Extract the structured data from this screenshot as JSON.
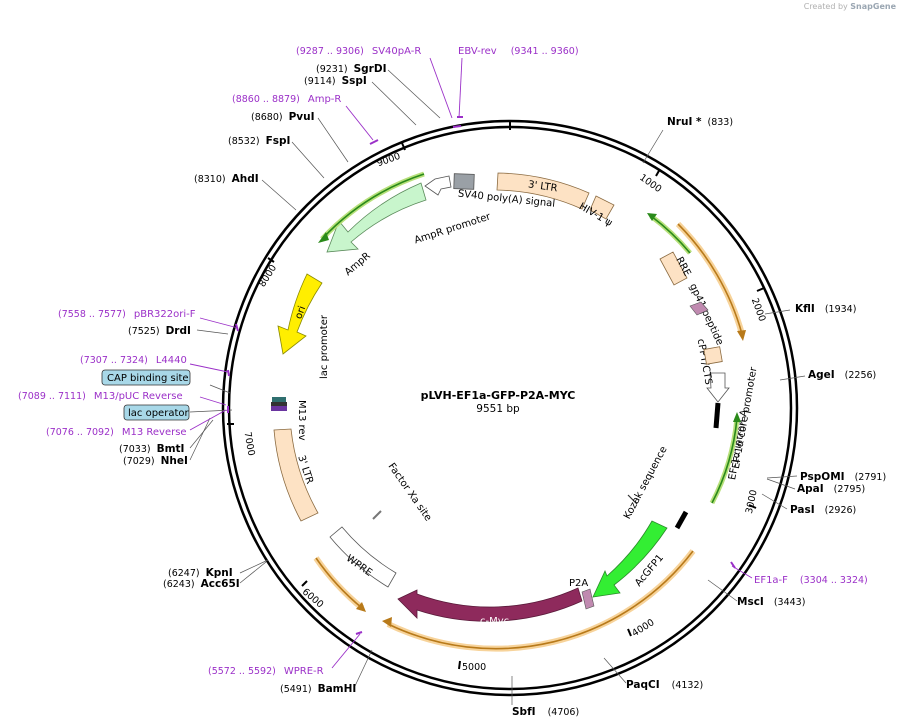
{
  "credit": {
    "prefix": "Created by",
    "brand": "SnapGene"
  },
  "title": "pLVH-EF1a-GFP-P2A-MYC",
  "size_label": "9551 bp",
  "ticks": [
    "1000",
    "2000",
    "3000",
    "4000",
    "5000",
    "6000",
    "7000",
    "8000",
    "9000"
  ],
  "sites": [
    {
      "name": "NruI *",
      "pos": "(833)"
    },
    {
      "name": "KflI",
      "pos": "(1934)"
    },
    {
      "name": "AgeI",
      "pos": "(2256)"
    },
    {
      "name": "PspOMI",
      "pos": "(2791)"
    },
    {
      "name": "ApaI",
      "pos": "(2795)"
    },
    {
      "name": "PasI",
      "pos": "(2926)"
    },
    {
      "name": "MscI",
      "pos": "(3443)"
    },
    {
      "name": "PaqCI",
      "pos": "(4132)"
    },
    {
      "name": "SbfI",
      "pos": "(4706)"
    },
    {
      "name": "BamHI",
      "pos": "(5491)"
    },
    {
      "name": "KpnI",
      "pos": "(6247)"
    },
    {
      "name": "Acc65I",
      "pos": "(6243)"
    },
    {
      "name": "BmtI",
      "pos": "(7033)"
    },
    {
      "name": "NheI",
      "pos": "(7029)"
    },
    {
      "name": "DrdI",
      "pos": "(7525)"
    },
    {
      "name": "AhdI",
      "pos": "(8310)"
    },
    {
      "name": "FspI",
      "pos": "(8532)"
    },
    {
      "name": "PvuI",
      "pos": "(8680)"
    },
    {
      "name": "SspI",
      "pos": "(9114)"
    },
    {
      "name": "SgrDI",
      "pos": "(9231)"
    }
  ],
  "primers": [
    {
      "name": "SV40pA-R",
      "pos": "(9287 .. 9306)"
    },
    {
      "name": "EBV-rev",
      "pos": "(9341 .. 9360)"
    },
    {
      "name": "Amp-R",
      "pos": "(8860 .. 8879)"
    },
    {
      "name": "pBR322ori-F",
      "pos": "(7558 .. 7577)"
    },
    {
      "name": "L4440",
      "pos": "(7307 .. 7324)"
    },
    {
      "name": "M13/pUC Reverse",
      "pos": "(7089 .. 7111)"
    },
    {
      "name": "M13 Reverse",
      "pos": "(7076 .. 7092)"
    },
    {
      "name": "EF1a-F",
      "pos": "(3304 .. 3324)"
    },
    {
      "name": "WPRE-R",
      "pos": "(5572 .. 5592)"
    }
  ],
  "boxed": [
    "CAP binding site",
    "lac operator"
  ],
  "features": {
    "ltr5": "3' LTR",
    "hiv": "HIV-1 ψ",
    "rre": "RRE",
    "gp41": "gp41 peptide",
    "cppt": "cPPT/CTS",
    "ef1a_core": "EF-1α core promoter",
    "ef1a_intron": "EF-1α intron A",
    "kozak": "Kozak sequence",
    "acgfp": "AcGFP1",
    "p2a": "P2A",
    "cmyc": "c-Myc",
    "wpre": "WPRE",
    "factorxa": "Factor Xa site",
    "ltr3": "3' LTR",
    "m13rev": "M13 rev",
    "lacprom": "lac promoter",
    "ori": "ori",
    "ampr": "AmpR",
    "amprprom": "AmpR promoter",
    "sv40": "SV40 poly(A) signal"
  },
  "colors": {
    "backbone": "#000000",
    "primer": "#9b30c8",
    "ltr": "#fde2c4",
    "acgfp": "#33ee33",
    "cmyc": "#8e2a5c",
    "ori": "#ffee00",
    "ampr": "#c8f5cc",
    "orf_arrow": "#f0a830",
    "green_arrow": "#44aa22"
  }
}
